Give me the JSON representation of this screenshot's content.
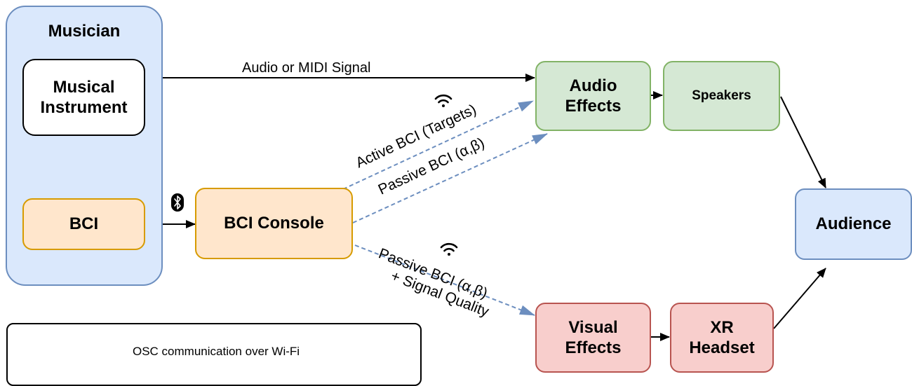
{
  "nodes": {
    "musician": "Musician",
    "instrument": "Musical\nInstrument",
    "bci": "BCI",
    "bci_console": "BCI Console",
    "audio_effects": "Audio\nEffects",
    "speakers": "Speakers",
    "audience": "Audience",
    "visual_effects": "Visual\nEffects",
    "xr_headset": "XR\nHeadset"
  },
  "edges": {
    "audio_midi": "Audio or MIDI Signal",
    "active_bci": "Active BCI (Targets)",
    "passive_bci_audio": "Passive BCI (α,β)",
    "passive_bci_visual": "Passive BCI (α,β)",
    "signal_quality": "+ Signal Quality"
  },
  "legend": {
    "text": "OSC communication over Wi-Fi"
  },
  "icons": {
    "wifi": "wifi-icon",
    "bluetooth": "bluetooth-icon"
  },
  "colors": {
    "blue_fill": "#dae8fc",
    "blue_stroke": "#6c8ebf",
    "orange_fill": "#ffe6cc",
    "orange_stroke": "#d79b00",
    "green_fill": "#d5e8d4",
    "green_stroke": "#82b366",
    "red_fill": "#f8cecc",
    "red_stroke": "#b85450",
    "dashed_arrow": "#6c8ebf"
  }
}
